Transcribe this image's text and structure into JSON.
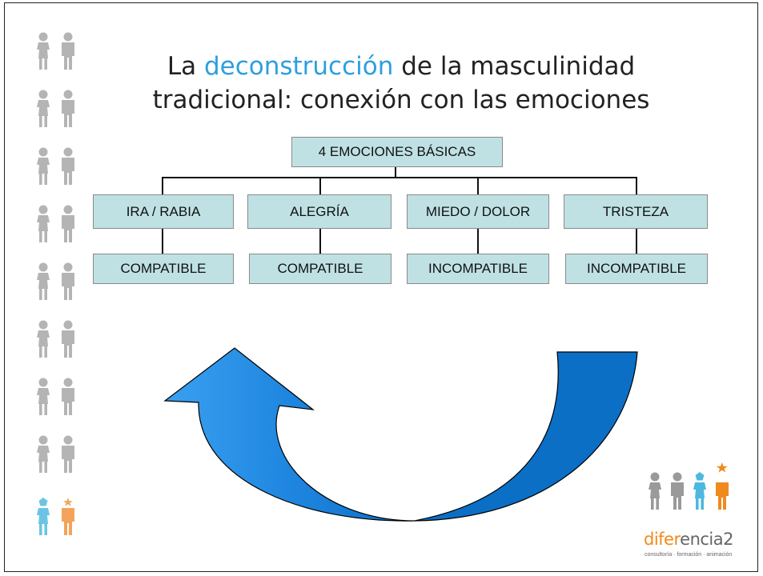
{
  "title": {
    "prefix": "La ",
    "highlight": "deconstrucción",
    "suffix": " de la masculinidad",
    "line2": "tradicional: conexión con las emociones"
  },
  "diagram": {
    "root": "4 EMOCIONES BÁSICAS",
    "emotions": [
      "IRA / RABIA",
      "ALEGRÍA",
      "MIEDO / DOLOR",
      "TRISTEZA"
    ],
    "compatibility": [
      "COMPATIBLE",
      "COMPATIBLE",
      "INCOMPATIBLE",
      "INCOMPATIBLE"
    ]
  },
  "logo": {
    "name_colored": "difer",
    "name_rest": "encia",
    "name_number": "2",
    "tagline": "consultoría · formación · animación"
  },
  "colors": {
    "accent_title": "#2d9fe0",
    "box_fill": "#bfe1e4",
    "arrow_light": "#2a94e8",
    "arrow_dark": "#0a6fc4",
    "figure_gray": "#b4b4b4",
    "figure_blue": "#6cc4e4",
    "figure_orange": "#f3a45a"
  }
}
